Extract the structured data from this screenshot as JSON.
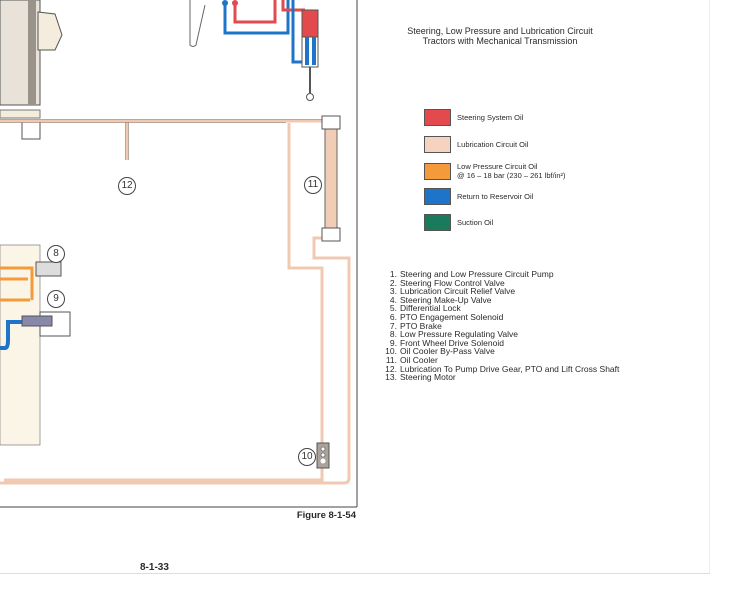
{
  "title": {
    "line1": "Steering, Low Pressure and Lubrication Circuit",
    "line2": "Tractors with Mechanical Transmission"
  },
  "legend": [
    {
      "label": "Steering System Oil",
      "color": "#e24a4d"
    },
    {
      "label": "Lubrication Circuit Oil",
      "color": "#f6d2c0"
    },
    {
      "label": "Low Pressure Circuit Oil",
      "sublabel": "@ 16 – 18 bar (230 – 261 lbf/in²)",
      "color": "#f59a3a"
    },
    {
      "label": "Return to Reservoir Oil",
      "color": "#1e74c8"
    },
    {
      "label": "Suction Oil",
      "color": "#197a5c"
    }
  ],
  "parts": [
    {
      "n": "1.",
      "label": "Steering and Low Pressure Circuit Pump"
    },
    {
      "n": "2.",
      "label": "Steering Flow Control Valve"
    },
    {
      "n": "3.",
      "label": "Lubrication Circuit Relief Valve"
    },
    {
      "n": "4.",
      "label": "Steering Make-Up Valve"
    },
    {
      "n": "5.",
      "label": "Differential Lock"
    },
    {
      "n": "6.",
      "label": "PTO Engagement Solenoid"
    },
    {
      "n": "7.",
      "label": "PTO Brake"
    },
    {
      "n": "8.",
      "label": "Low Pressure Regulating Valve"
    },
    {
      "n": "9.",
      "label": "Front Wheel Drive Solenoid"
    },
    {
      "n": "10.",
      "label": "Oil Cooler By-Pass Valve"
    },
    {
      "n": "11.",
      "label": "Oil Cooler"
    },
    {
      "n": "12.",
      "label": "Lubrication To Pump Drive Gear, PTO and Lift Cross Shaft"
    },
    {
      "n": "13.",
      "label": "Steering Motor"
    }
  ],
  "callouts": {
    "c8": "8",
    "c9": "9",
    "c10": "10",
    "c11": "11",
    "c12": "12"
  },
  "figure_label": "Figure 8-1-54",
  "page_number": "8-1-33"
}
